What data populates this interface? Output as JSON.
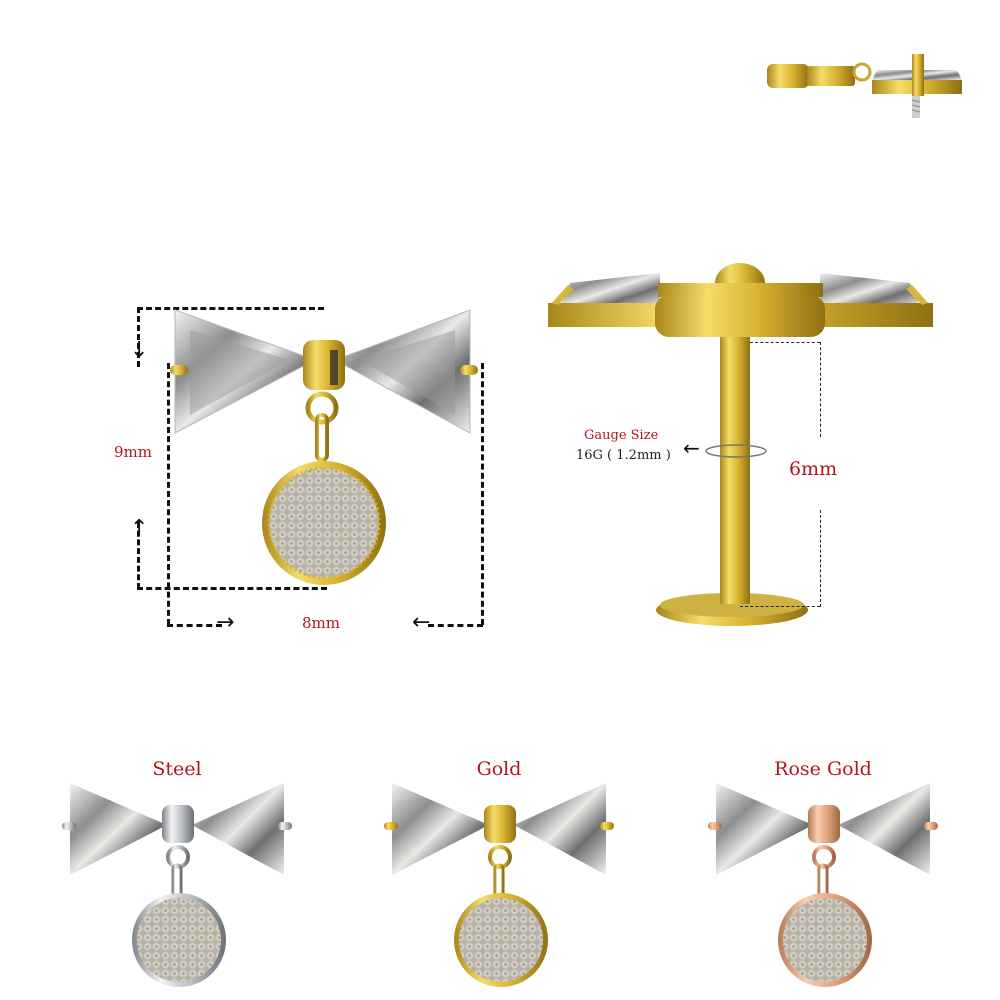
{
  "dimension_view": {
    "height_label": "9mm",
    "width_label": "8mm"
  },
  "side_view": {
    "gauge_title": "Gauge Size",
    "gauge_value": "16G ( 1.2mm )",
    "length_label": "6mm"
  },
  "variants": [
    {
      "label": "Steel",
      "metal_color": "#c9cbcf",
      "metal_dark": "#8b8e93"
    },
    {
      "label": "Gold",
      "metal_color": "#e8c43c",
      "metal_dark": "#a9861a"
    },
    {
      "label": "Rose Gold",
      "metal_color": "#e8b08a",
      "metal_dark": "#b57a55"
    }
  ],
  "colors": {
    "label_red": "#b3161f",
    "gold": "#e8c43c",
    "gold_dark": "#a9861a"
  }
}
